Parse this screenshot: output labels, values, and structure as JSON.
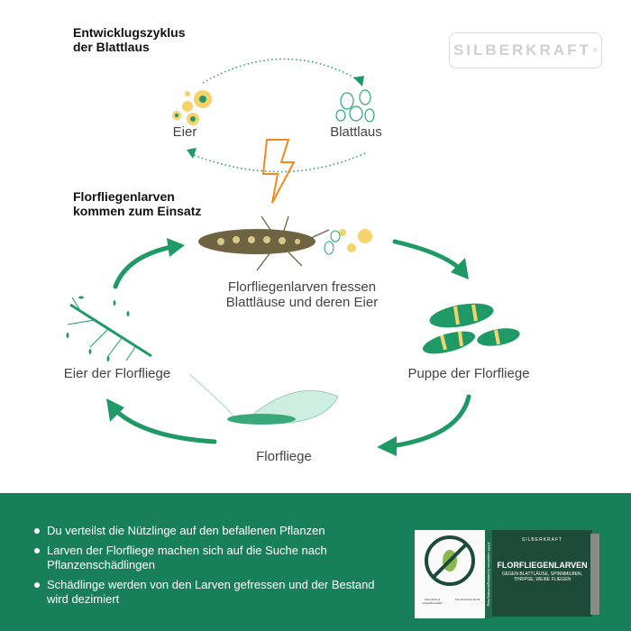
{
  "brand": {
    "name": "SILBERKRAFT",
    "mark": "®"
  },
  "top_cycle": {
    "title_line1": "Entwicklugszyklus",
    "title_line2": "der Blattlaus",
    "eggs_label": "Eier",
    "aphid_label": "Blattlaus"
  },
  "larvae_section": {
    "title_line1": "Florfliegenlarven",
    "title_line2": "kommen zum Einsatz"
  },
  "main_cycle": {
    "larva_label_line1": "Florfliegenlarven fressen",
    "larva_label_line2": "Blattläuse und deren Eier",
    "pupa_label": "Puppe der Florfliege",
    "adult_label": "Florfliege",
    "eggs_label": "Eier der Florfliege"
  },
  "bullets": [
    "Du verteilst die Nützlinge auf den befallenen Pflanzen",
    "Larven der Florfliege machen sich auf die Suche nach Pflanzenschädlingen",
    "Schädlinge werden von den Larven gefressen und der Bestand wird dezimiert"
  ],
  "product": {
    "brand": "SILBERKRAFT",
    "name": "FLORFLIEGENLARVEN",
    "subtitle": "GEGEN BLATTLÄUSE, SPINNMILBEN, THRIPSE, WEIßE FLIEGEN",
    "side_text": "100% natürliche Schädlingsbekämpfung",
    "badge1": "Chemiefrei & umweltfreundlich",
    "badge2": "Aus deutscher Zucht"
  },
  "colors": {
    "green": "#1f9a66",
    "bottom_bg": "#17805a",
    "lightning": "#f08a1c",
    "egg_yellow": "#f5d26b"
  }
}
